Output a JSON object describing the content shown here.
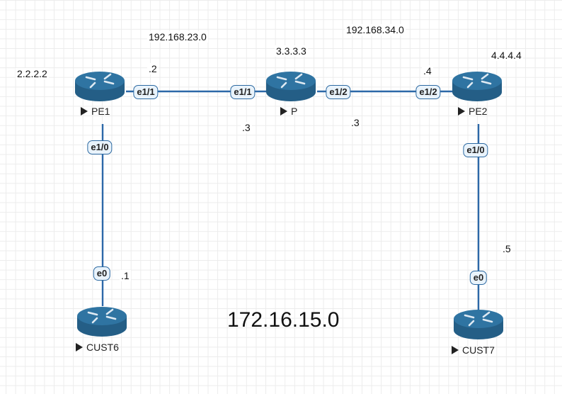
{
  "colors": {
    "link": "#2c68a8",
    "router_top": "#2c6f9b",
    "router_side": "#245e86",
    "iface_fill": "#e9f3fb",
    "iface_border": "#2d6aa2",
    "grid": "#ececec"
  },
  "nodes": {
    "pe1": {
      "name": "PE1",
      "icon": "router-icon",
      "loopback": "2.2.2.2"
    },
    "p": {
      "name": "P",
      "icon": "router-icon",
      "loopback": "3.3.3.3"
    },
    "pe2": {
      "name": "PE2",
      "icon": "router-icon",
      "loopback": "4.4.4.4"
    },
    "cust6": {
      "name": "CUST6",
      "icon": "router-icon"
    },
    "cust7": {
      "name": "CUST7",
      "icon": "router-icon"
    }
  },
  "interfaces": {
    "pe1_e11": "e1/1",
    "pe1_e10": "e1/0",
    "p_e11": "e1/1",
    "p_e12": "e1/2",
    "pe2_e12": "e1/2",
    "pe2_e10": "e1/0",
    "cust6_e0": "e0",
    "cust7_e0": "e0"
  },
  "subnets": {
    "pe1_p": "192.168.23.0",
    "p_pe2": "192.168.34.0",
    "customer": "172.16.15.0"
  },
  "host_octets": {
    "pe1_e11": ".2",
    "p_e11": ".3",
    "p_e12": ".3",
    "pe2_e12": ".4",
    "cust6_e0": ".1",
    "cust7_e0": ".5"
  }
}
